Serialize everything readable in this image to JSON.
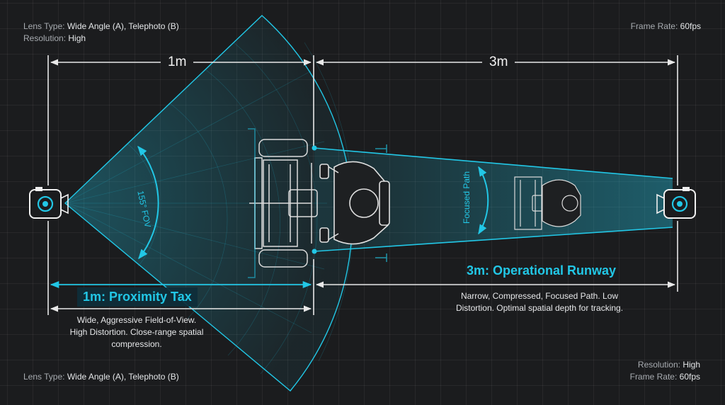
{
  "top_left": {
    "lens_key": "Lens Type:",
    "lens_val": "Wide Angle (A), Telephoto (B)",
    "res_key": "Resolution:",
    "res_val": "High"
  },
  "top_right": {
    "fps_key": "Frame Rate:",
    "fps_val": "60fps"
  },
  "bottom_left": {
    "lens_key": "Lens Type:",
    "lens_val": "Wide Angle (A), Telephoto (B)"
  },
  "bottom_right": {
    "res_key": "Resolution:",
    "res_val": "High",
    "fps_key": "Frame Rate:",
    "fps_val": "60fps"
  },
  "dimensions": {
    "near": "1m",
    "far": "3m"
  },
  "camera_a": {
    "fov_label": "155° FOV",
    "title": "1m: Proximity Tax",
    "description": "Wide, Aggressive Field-of-View. High Distortion. Close-range spatial compression."
  },
  "camera_b": {
    "path_label": "Focused Path",
    "title": "3m: Operational Runway",
    "description": "Narrow, Compressed, Focused Path. Low Distortion. Optimal spatial depth for tracking."
  },
  "colors": {
    "accent": "#22c7e6",
    "line": "#e8e8e8",
    "background": "#1b1c1e"
  },
  "icons": [
    "camera-icon",
    "camera-icon",
    "racing-simulator-rig-icon",
    "driver-icon"
  ]
}
